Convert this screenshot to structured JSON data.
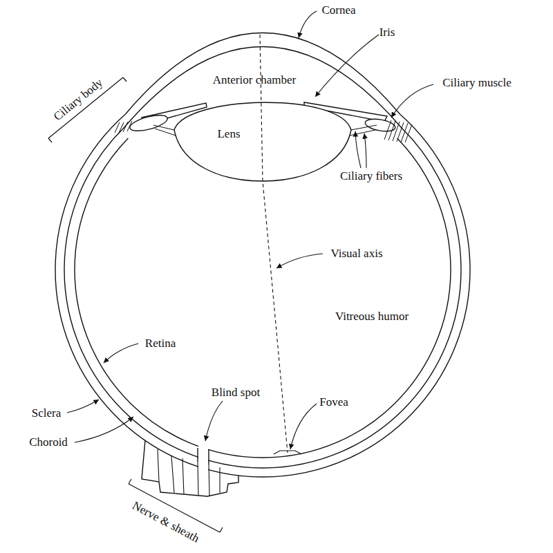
{
  "diagram": {
    "labels": [
      "Cornea",
      "Iris",
      "Ciliary body",
      "Anterior chamber",
      "Ciliary muscle",
      "Lens",
      "Ciliary fibers",
      "Visual axis",
      "Vitreous humor",
      "Retina",
      "Blind spot",
      "Fovea",
      "Sclera",
      "Choroid",
      "Nerve & sheath"
    ]
  }
}
